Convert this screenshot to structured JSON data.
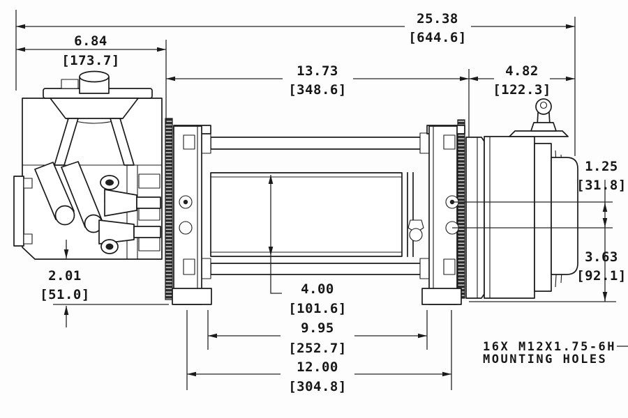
{
  "drawing": {
    "type": "winch-dimension-drawing",
    "units_note": "inches [millimeters]"
  },
  "dims": {
    "overall": {
      "in": "25.38",
      "mm": "[644.6]"
    },
    "motor": {
      "in": "6.84",
      "mm": "[173.7]"
    },
    "drum_section": {
      "in": "13.73",
      "mm": "[348.6]"
    },
    "gear_section": {
      "in": "4.82",
      "mm": "[122.3]"
    },
    "hole_offset": {
      "in": "1.25",
      "mm": "[31.8]"
    },
    "hole_height": {
      "in": "3.63",
      "mm": "[92.1]"
    },
    "motor_clearance": {
      "in": "2.01",
      "mm": "[51.0]"
    },
    "drum_diameter": {
      "in": "4.00",
      "mm": "[101.6]"
    },
    "mount_inner": {
      "in": "9.95",
      "mm": "[252.7]"
    },
    "mount_outer": {
      "in": "12.00",
      "mm": "[304.8]"
    }
  },
  "note": {
    "line1": "16X M12X1.75-6H",
    "line2": "MOUNTING HOLES"
  },
  "colors": {
    "line": "#1b1b1b",
    "background": "#fdfdfd"
  }
}
